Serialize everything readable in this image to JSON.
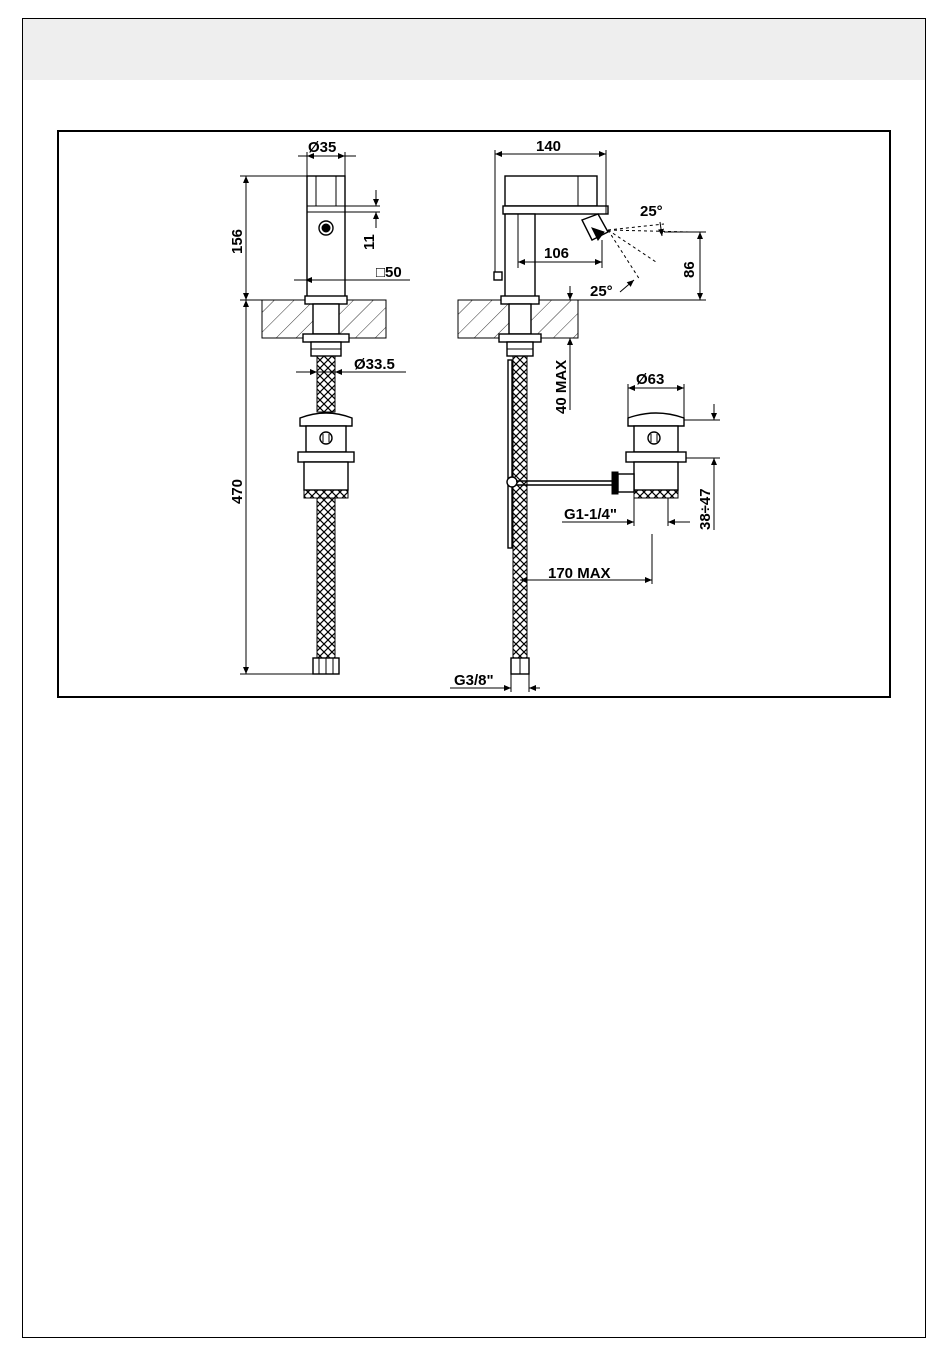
{
  "dimensions": {
    "d35": "Ø35",
    "h156": "156",
    "h11": "11",
    "sq50": "□50",
    "d33_5": "Ø33.5",
    "h470": "470",
    "w140": "140",
    "a25_top": "25°",
    "w106": "106",
    "h86": "86",
    "a25_bottom": "25°",
    "max40": "40 MAX",
    "d63": "Ø63",
    "g1_1_4": "G1-1/4\"",
    "h38_47": "38÷47",
    "max170": "170 MAX",
    "g3_8": "G3/8\""
  }
}
